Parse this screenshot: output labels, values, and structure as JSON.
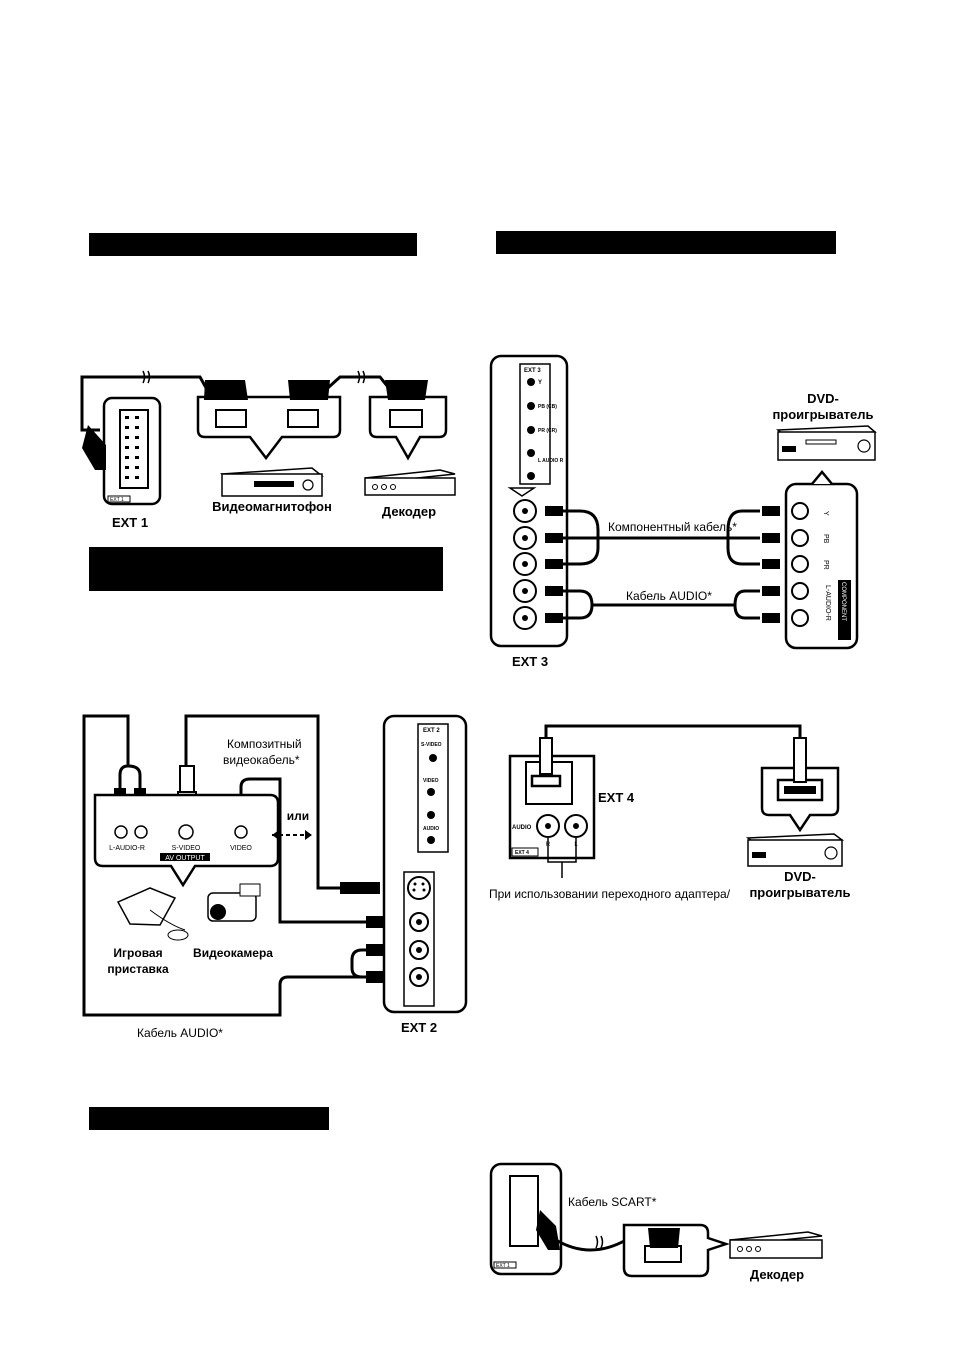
{
  "headers": {
    "bar1": "",
    "bar2": "",
    "bar3": "",
    "bar4": ""
  },
  "scart_section": {
    "ext1": "EXT 1",
    "vcr": "Видеомагнитофон",
    "decoder": "Декодер",
    "port_small": "EXT 1"
  },
  "component_section": {
    "ext3": "EXT 3",
    "dvd": [
      "DVD-",
      "проигрыватель"
    ],
    "component_cable": "Компонентный кабель*",
    "audio_cable": "Кабель AUDIO*",
    "panel_title": "EXT 3",
    "jacks": [
      "Y",
      "PB (CB)",
      "PR (CR)",
      "L AUDIO R"
    ],
    "dvd_jacks": [
      "Y",
      "PB",
      "PR",
      "L-AUDIO-R"
    ],
    "dvd_panel_label": "COMPONENT"
  },
  "av_section": {
    "composite": [
      "Композитный",
      "видеокабель*"
    ],
    "or": "или",
    "game": [
      "Игровая",
      "приставка"
    ],
    "camera": "Видеокамера",
    "audio_cable": "Кабель AUDIO*",
    "ext2": "EXT 2",
    "panel_title": "EXT 2",
    "panel_jacks": [
      "S-VIDEO",
      "VIDEO",
      "AUDIO"
    ],
    "av_output": "AV OUTPUT",
    "outputs": [
      "L-AUDIO-R",
      "S-VIDEO",
      "VIDEO"
    ]
  },
  "hdmi_section": {
    "ext4": "EXT 4",
    "adapter": "При использовании переходного адаптера/",
    "dvd": [
      "DVD-",
      "проигрыватель"
    ],
    "audio": "AUDIO",
    "r": "R",
    "l": "L",
    "port_small": "EXT 4"
  },
  "decoder_section": {
    "scart_cable": "Кабель SCART*",
    "decoder": "Декодер",
    "port_small": "EXT 1"
  }
}
